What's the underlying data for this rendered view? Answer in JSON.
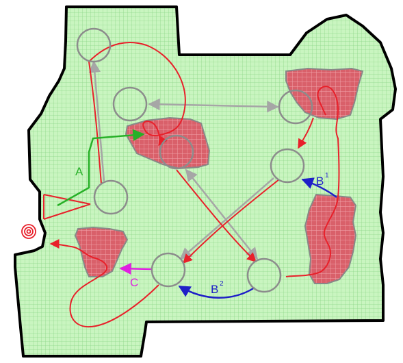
{
  "colors": {
    "map_fill": "#c9f5c0",
    "grid_green": "#8fd88a",
    "obstacle_fill": "#d9606a",
    "obstacle_grid": "#f2a6ad",
    "obstacle_edge": "#888888",
    "path_red": "#e8202a",
    "link_gray": "#a6a6a6",
    "circle_gray": "#8c8c8c",
    "label_a": "#27b027",
    "label_b": "#1f1fc8",
    "label_c": "#e020e0",
    "start_marker": "#e8202a"
  },
  "labels": {
    "a": "A",
    "b1": "B",
    "b1_sup": "1",
    "b2": "B",
    "b2_sup": "2",
    "c": "C"
  },
  "icons": {
    "start": "concentric-circles-icon"
  }
}
